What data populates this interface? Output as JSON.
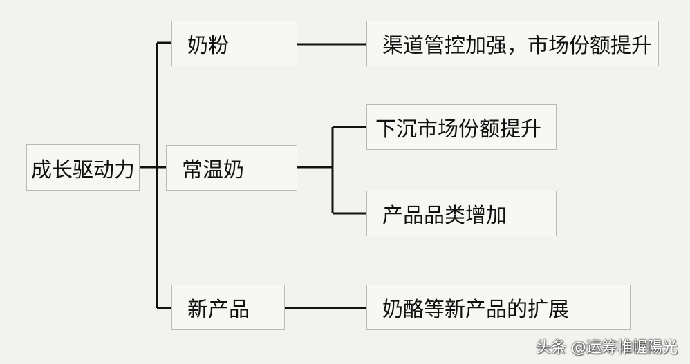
{
  "root": {
    "label": "成长驱动力"
  },
  "branches": [
    {
      "label": "奶粉",
      "children": [
        "渠道管控加强，市场份额提升"
      ]
    },
    {
      "label": "常温奶",
      "children": [
        "下沉市场份额提升",
        "产品品类增加"
      ]
    },
    {
      "label": "新产品",
      "children": [
        "奶酪等新产品的扩展"
      ]
    }
  ],
  "watermark": "头条 @运筹帷幄陽光",
  "colors": {
    "background": "#f2f2ef",
    "box_border": "#b9b9b9",
    "line": "#111111"
  }
}
